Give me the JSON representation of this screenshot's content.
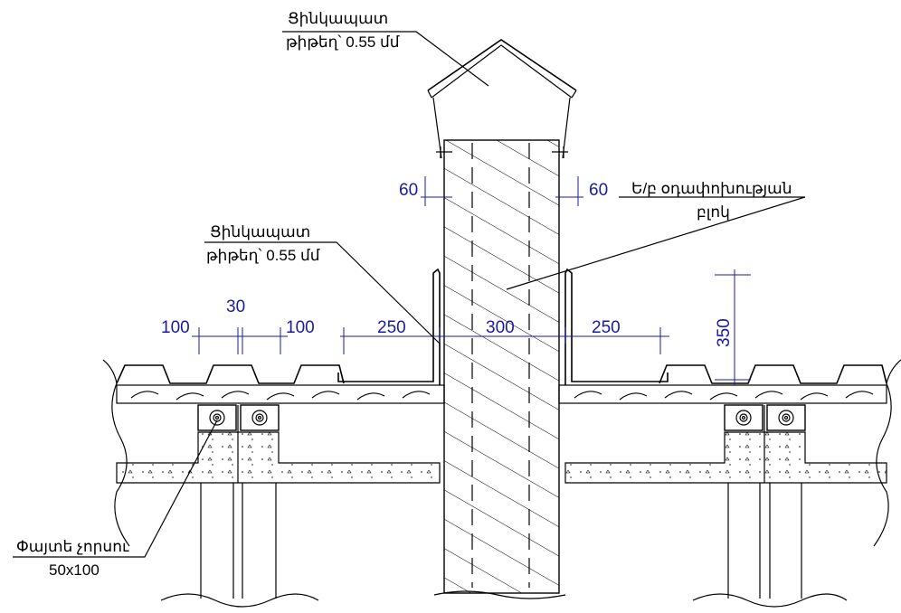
{
  "labels": {
    "cap_sheet_title": "Ցինկապատ",
    "cap_sheet_spec": "թիթեղ՝ 0.55 մմ",
    "flashing_sheet_title": "Ցինկապատ",
    "flashing_sheet_spec": "թիթեղ՝ 0.55 մմ",
    "vent_block_line1": "Ե/բ օդափոխության",
    "vent_block_line2": "բլոկ",
    "wood_beam_line1": "Փայտե չորսու",
    "wood_beam_line2": "50x100"
  },
  "dimensions": {
    "offset_left": "60",
    "offset_right": "60",
    "spacing_left_a": "100",
    "spacing_gap": "30",
    "spacing_left_b": "100",
    "flashing_left": "250",
    "chimney_width": "300",
    "flashing_right": "250",
    "upstand_height": "350"
  },
  "colors": {
    "dimension": "#1a1aa0",
    "line": "#000000",
    "background": "#ffffff"
  }
}
